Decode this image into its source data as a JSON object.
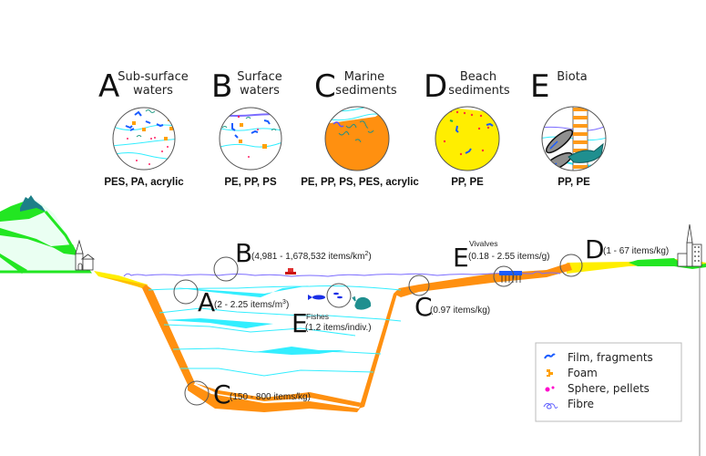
{
  "figure": {
    "compartments": [
      {
        "letter": "A",
        "title_line1": "Sub-surface",
        "title_line2": "waters",
        "polymers": "PES, PA, acrylic"
      },
      {
        "letter": "B",
        "title_line1": "Surface",
        "title_line2": "waters",
        "polymers": "PE, PP, PS"
      },
      {
        "letter": "C",
        "title_line1": "Marine",
        "title_line2": "sediments",
        "polymers": "PE, PP, PS, PES, acrylic"
      },
      {
        "letter": "D",
        "title_line1": "Beach",
        "title_line2": "sediments",
        "polymers": "PP, PE"
      },
      {
        "letter": "E",
        "title_line1": "Biota",
        "title_line2": "",
        "polymers": "PP, PE"
      }
    ],
    "annotations": {
      "surface": {
        "letter": "B",
        "value_prefix": "(4,981 - 1,678,532 items/km",
        "sup": "2",
        "value_suffix": ")"
      },
      "subsurface": {
        "letter": "A",
        "value_prefix": "(2 - 2.25 items/m",
        "sup": "3",
        "value_suffix": ")"
      },
      "fishes": {
        "letter": "E",
        "label": "Fishes",
        "value": "(1.2 items/indiv.)"
      },
      "shelf_sediment": {
        "letter": "C",
        "value": "(0.97 items/kg)"
      },
      "deep_sediment": {
        "letter": "C",
        "value": "(150 - 800 items/kg)"
      },
      "bivalves": {
        "letter": "E",
        "label": "Vivalves",
        "value": "(0.18 - 2.55 items/g)"
      },
      "beach": {
        "letter": "D",
        "value": "(1 - 67 items/kg)"
      }
    },
    "legend": [
      {
        "label": "Film, fragments",
        "icon": "film-fragment-icon",
        "color": "#1a5cff"
      },
      {
        "label": "Foam",
        "icon": "foam-icon",
        "color": "#ffa000"
      },
      {
        "label": "Sphere, pellets",
        "icon": "sphere-pellet-icon",
        "color": "#ff00cc"
      },
      {
        "label": "Fibre",
        "icon": "fibre-icon",
        "color": "#6060ff"
      }
    ],
    "colors": {
      "water_line": "#7070ff",
      "current": "#33eeff",
      "sediment": "#ff9010",
      "beach": "#ffee00",
      "land": "#22e622",
      "land_fill": "#eafff2",
      "mountain": "#1d7f88"
    }
  }
}
